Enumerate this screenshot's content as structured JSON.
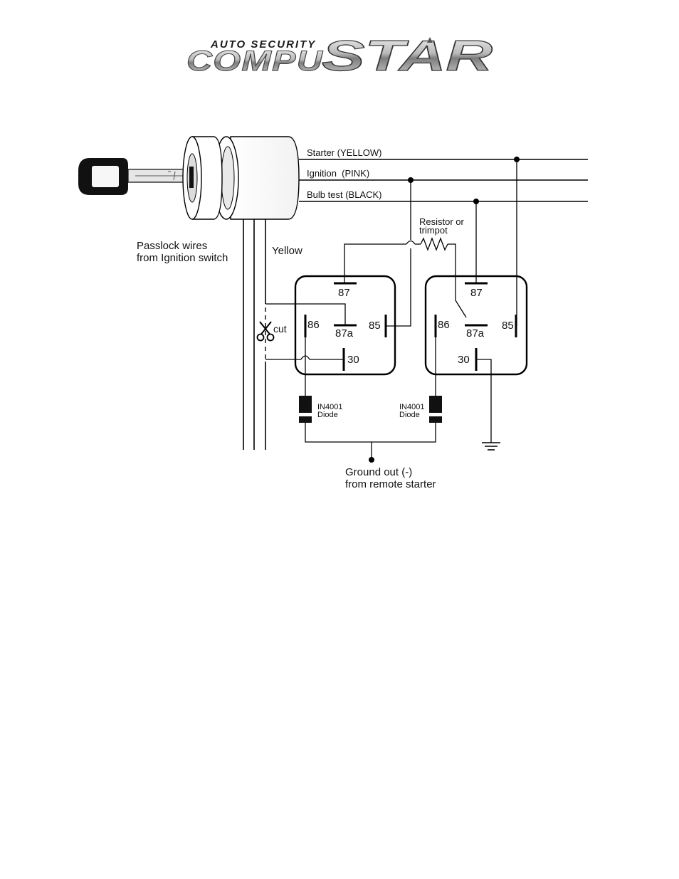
{
  "logo": {
    "tagline": "AUTO SECURITY",
    "word_left": "COMPU",
    "word_right": "STAR"
  },
  "ignition": {
    "wires": [
      {
        "label": "Starter (YELLOW)"
      },
      {
        "label": "Ignition  (PINK)"
      },
      {
        "label": "Bulb test (BLACK)"
      }
    ],
    "passlock_label_line1": "Passlock wires",
    "passlock_label_line2": "from Ignition switch",
    "yellow_label": "Yellow",
    "cut_label": "cut"
  },
  "resistor": {
    "label_line1": "Resistor or",
    "label_line2": "trimpot"
  },
  "relays": [
    {
      "pins": {
        "p87": "87",
        "p86": "86",
        "p87a": "87a",
        "p85": "85",
        "p30": "30"
      }
    },
    {
      "pins": {
        "p87": "87",
        "p86": "86",
        "p87a": "87a",
        "p85": "85",
        "p30": "30"
      }
    }
  ],
  "diodes": [
    {
      "line1": "IN4001",
      "line2": "Diode"
    },
    {
      "line1": "IN4001",
      "line2": "Diode"
    }
  ],
  "ground": {
    "label_line1": "Ground out (-)",
    "label_line2": "from remote starter"
  }
}
